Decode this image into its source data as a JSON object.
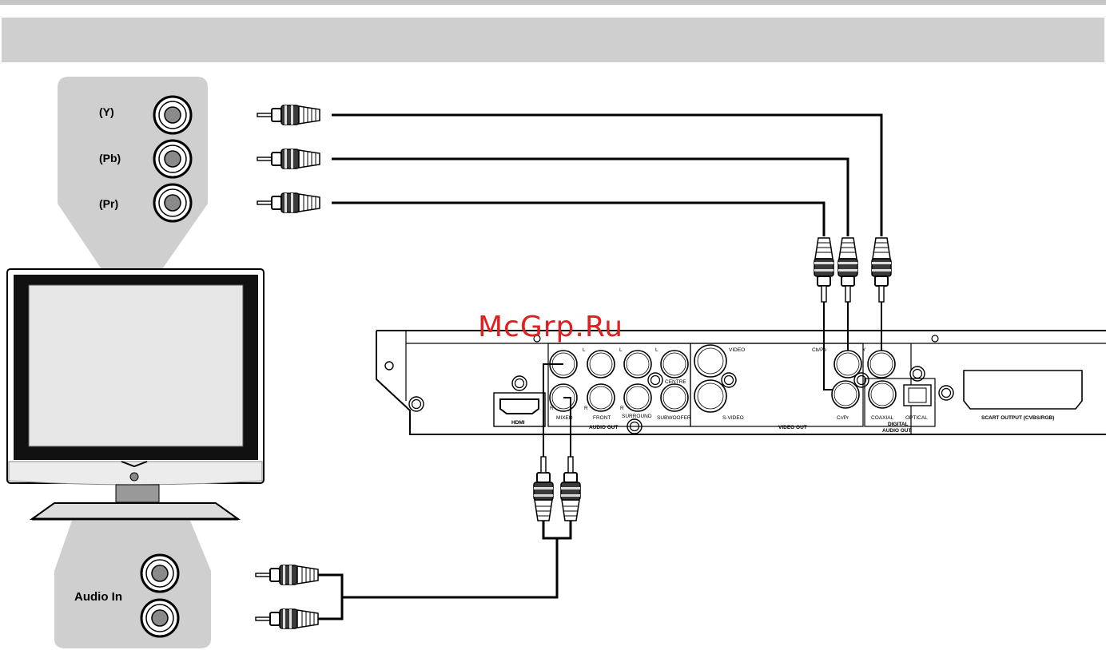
{
  "watermark": "McGrp.Ru",
  "tv_component_input": {
    "labels": [
      "(Y)",
      "(Pb)",
      "(Pr)"
    ]
  },
  "tv_audio_input": {
    "label": "Audio In"
  },
  "player_panel": {
    "hdmi": "HDMI",
    "audio_channels": {
      "l1": "L",
      "l2": "L",
      "l3": "L",
      "centre": "CENTRE",
      "r1": "R",
      "r2": "R",
      "r3": "R",
      "mixed": "MIXED",
      "front": "FRONT",
      "surround": "SURROUND",
      "subwoofer": "SUBWOOFER"
    },
    "audio_out": "AUDIO OUT",
    "video": "VIDEO",
    "s_video": "S-VIDEO",
    "video_out": "VIDEO OUT",
    "cb_pb": "Cb/Pb",
    "y": "Y",
    "cr_pr": "Cr/Pr",
    "coaxial": "COAXIAL",
    "optical": "OPTICAL",
    "digital_audio_out": "DIGITAL",
    "digital_audio_out_2": "AUDIO OUT",
    "scart": "SCART OUTPUT (CVBS/RGB)"
  },
  "colors": {
    "panel_grey": "#cfcfcf",
    "jack_fill": "#8a8a8a",
    "watermark": "#e02020"
  }
}
